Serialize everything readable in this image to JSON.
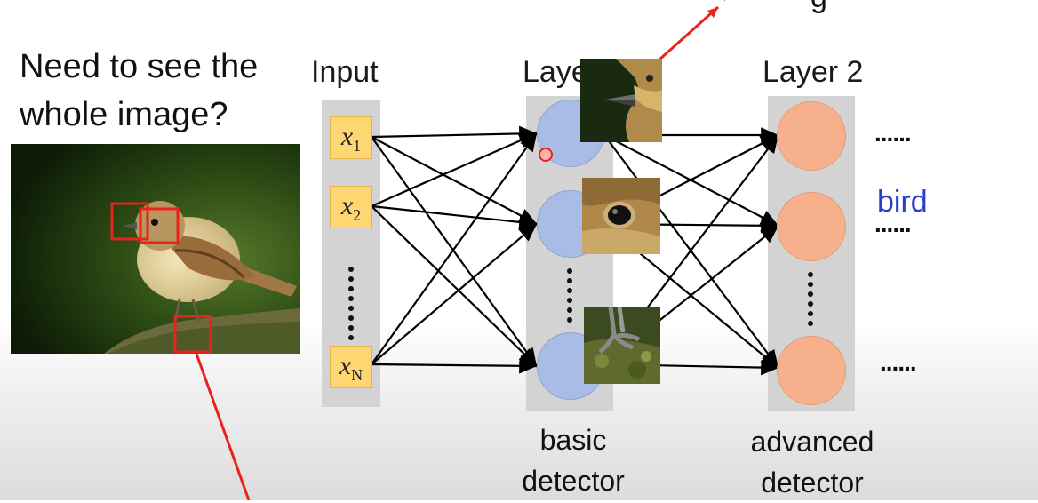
{
  "question": [
    "Need to see the",
    "whole image?"
  ],
  "headers": {
    "input": "Input",
    "layer1": "Laye",
    "layer2": "Layer 2"
  },
  "inputs": [
    {
      "base": "x",
      "sub": "1"
    },
    {
      "base": "x",
      "sub": "2"
    },
    {
      "base": "x",
      "sub": "N"
    }
  ],
  "ellipsis_right": "......",
  "bird_label": "bird",
  "bottom_labels": {
    "layer1": [
      "basic",
      "detector"
    ],
    "layer2": [
      "advanced",
      "detector"
    ]
  },
  "colors": {
    "arrow": "#000000",
    "red_pointer": "#e8231c",
    "input_box": "#ffd772",
    "layer1_node": "#a8bce6",
    "layer2_node": "#f7b08c",
    "bird_text": "#2a3fc8"
  },
  "icons": [
    "bird-photo",
    "beak-patch-image",
    "eye-patch-image",
    "claw-patch-image"
  ]
}
